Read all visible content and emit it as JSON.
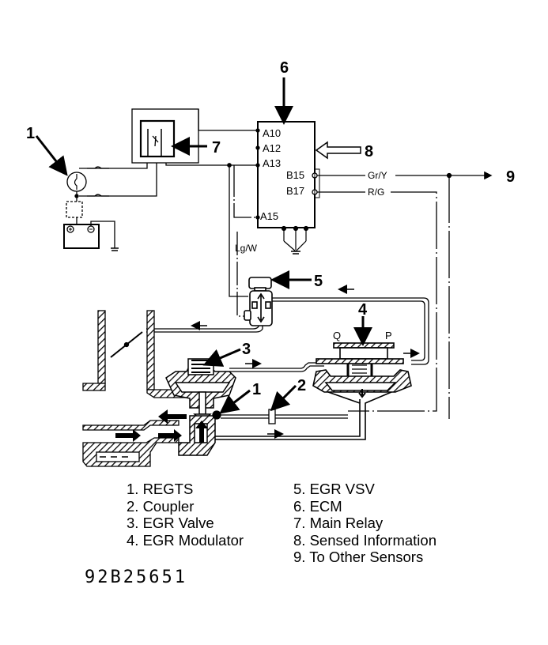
{
  "diagram": {
    "type": "EGR system wiring and vacuum schematic",
    "ecm_pins": [
      "A10",
      "A12",
      "A13",
      "A15",
      "B15",
      "B17"
    ],
    "wire_colors": {
      "b15": "Gr/Y",
      "b17": "R/G",
      "a15": "Lg/W"
    },
    "modulator_ports": {
      "q": "Q",
      "p": "P"
    },
    "callouts": [
      "1",
      "2",
      "3",
      "4",
      "5",
      "6",
      "7",
      "8",
      "9"
    ]
  },
  "legend": {
    "left": [
      "1. REGTS",
      "2. Coupler",
      "3. EGR Valve",
      "4. EGR Modulator"
    ],
    "right": [
      "5. EGR VSV",
      "6. ECM",
      "7. Main Relay",
      "8. Sensed Information",
      "9. To Other Sensors"
    ]
  },
  "figure_id": "92B25651"
}
